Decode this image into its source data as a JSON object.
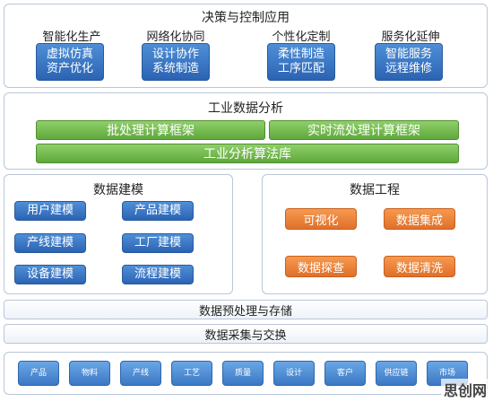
{
  "decision": {
    "title": "决策与控制应用",
    "columns": [
      {
        "title": "智能化生产",
        "box": "虚拟仿真\n资产优化"
      },
      {
        "title": "网络化协同",
        "box": "设计协作\n系统制造"
      },
      {
        "title": "个性化定制",
        "box": "柔性制造\n工序匹配"
      },
      {
        "title": "服务化延伸",
        "box": "智能服务\n远程维修"
      }
    ]
  },
  "analysis": {
    "title": "工业数据分析",
    "bars": [
      "批处理计算框架",
      "实时流处理计算框架",
      "工业分析算法库"
    ]
  },
  "modeling": {
    "title": "数据建模",
    "items": [
      "用户建模",
      "产品建模",
      "产线建模",
      "工厂建模",
      "设备建模",
      "流程建模"
    ]
  },
  "engineering": {
    "title": "数据工程",
    "items": [
      "可视化",
      "数据集成",
      "数据探查",
      "数据清洗"
    ]
  },
  "layers": [
    "数据预处理与存储",
    "数据采集与交换"
  ],
  "sources": [
    "产品",
    "物料",
    "产线",
    "工艺",
    "质量",
    "设计",
    "客户",
    "供应链",
    "市场"
  ],
  "watermark": "思创网",
  "colors": {
    "blue": "#2b63b3",
    "green": "#5fa83c",
    "orange": "#e0702a",
    "border": "#b9c6d8"
  }
}
